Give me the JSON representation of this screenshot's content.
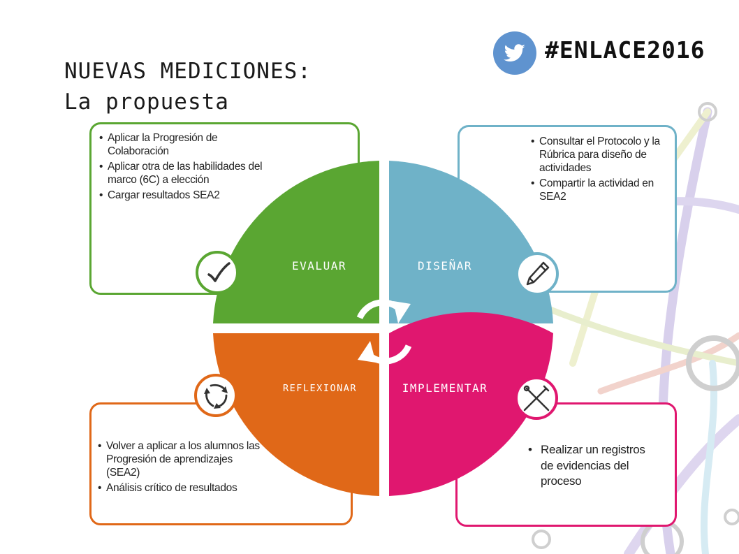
{
  "slide": {
    "title_line1": "NUEVAS MEDICIONES:",
    "title_line2": "La propuesta",
    "hashtag": "#ENLACE2016"
  },
  "cycle": {
    "evaluar": {
      "label": "EVALUAR",
      "color": "#5aa632",
      "items": [
        "Aplicar la Progresión de Colaboración",
        "Aplicar otra de las habilidades del marco (6C) a elección",
        "Cargar resultados SEA2"
      ]
    },
    "disenar": {
      "label": "DISEÑAR",
      "color": "#6fb2c8",
      "items": [
        "Consultar el Protocolo y la Rúbrica para diseño de actividades",
        "Compartir la actividad en SEA2"
      ]
    },
    "reflexionar": {
      "label": "REFLEXIONAR",
      "color": "#e06818",
      "items": [
        "Volver a aplicar a los alumnos las Progresión de aprendizajes (SEA2)",
        "Análisis crítico de resultados"
      ]
    },
    "implementar": {
      "label": "IMPLEMENTAR",
      "color": "#e0176f",
      "items": [
        "Realizar un registros de evidencias del proceso"
      ]
    }
  },
  "icons": {
    "twitter": "twitter-bird-icon",
    "evaluar": "checkmark-icon",
    "disenar": "pencil-icon",
    "reflexionar": "reflection-cycle-icon",
    "implementar": "tools-icon",
    "center": "refresh-arrows-icon"
  },
  "colors": {
    "twitter": "#5f93cf",
    "deco_lines": [
      "#d8d0ec",
      "#e9eec9",
      "#f6d6cf",
      "#d0e6f2"
    ]
  }
}
